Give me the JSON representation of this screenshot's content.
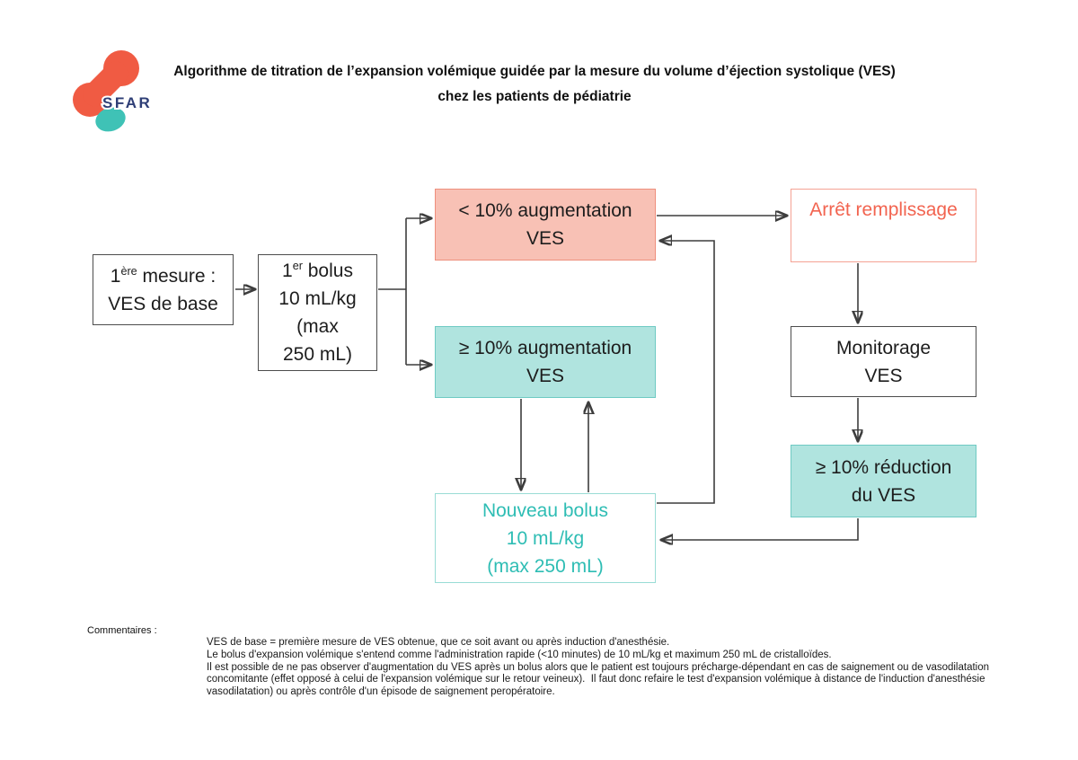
{
  "header": {
    "logo_text": "SFAR",
    "title_line1": "Algorithme de titration de l’expansion volémique guidée par la mesure du volume d’éjection systolique (VES)",
    "title_line2": "chez les patients de pédiatrie"
  },
  "colors": {
    "logo_orange": "#f05b43",
    "logo_teal": "#3fc2b6",
    "logo_navy": "#2e3e76",
    "pink_fill": "#f8c1b5",
    "pink_border": "#ee8f7d",
    "teal_fill": "#b0e4df",
    "teal_border": "#6fcac3",
    "stop_text": "#f26450",
    "stop_border": "#f5a294",
    "new_bolus_text": "#2ebdb4",
    "connector": "#3d3d3d"
  },
  "flowchart": {
    "boxes": {
      "base_measure": {
        "num": "1",
        "sup": "ère",
        "rest": " mesure :",
        "line2": "VES de base"
      },
      "first_bolus": {
        "num": "1",
        "sup": "er",
        "rest": " bolus",
        "line2": "10 mL/kg",
        "line3": "(max",
        "line4": "250 mL)"
      },
      "lt10": {
        "line1": "< 10% augmentation",
        "line2": "VES"
      },
      "gte10": {
        "line1": "≥ 10% augmentation",
        "line2": "VES"
      },
      "stop": {
        "line1": "Arrêt remplissage"
      },
      "monitor": {
        "line1": "Monitorage",
        "line2": "VES"
      },
      "reduction": {
        "line1": "≥ 10% réduction",
        "line2": "du VES"
      },
      "new_bolus": {
        "line1": "Nouveau bolus",
        "line2": "10 mL/kg",
        "line3": "(max 250 mL)"
      }
    }
  },
  "comments": {
    "label": "Commentaires :",
    "lines": [
      "VES de base = première mesure de VES obtenue, que ce soit avant ou après induction d'anesthésie.",
      "Le bolus d'expansion volémique s'entend comme l'administration rapide (<10 minutes) de 10 mL/kg et maximum 250 mL de cristalloïdes.",
      "Il est possible de ne pas observer d'augmentation du VES après un bolus alors que le patient est toujours précharge-dépendant en cas de saignement ou de vasodilatation",
      "concomitante (effet opposé à celui de l'expansion volémique sur le retour veineux).  Il faut donc refaire le test d'expansion volémique à distance de l'induction d'anesthésie",
      "vasodilatation) ou après contrôle d'un épisode de saignement peropératoire."
    ]
  }
}
